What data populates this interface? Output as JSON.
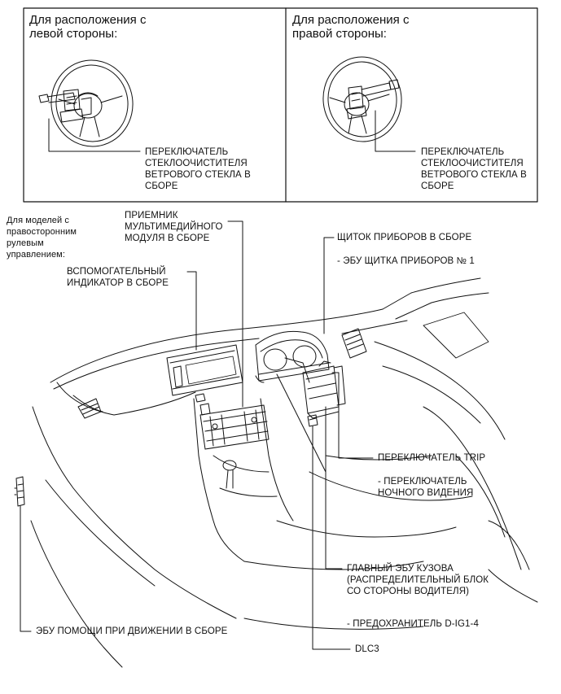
{
  "panels": {
    "left": {
      "header": "Для расположения с\nлевой стороны:",
      "label": "ПЕРЕКЛЮЧАТЕЛЬ\nСТЕКЛООЧИСТИТЕЛЯ\nВЕТРОВОГО СТЕКЛА В\nСБОРЕ"
    },
    "right": {
      "header": "Для расположения с\nправой стороны:",
      "label": "ПЕРЕКЛЮЧАТЕЛЬ\nСТЕКЛООЧИСТИТЕЛЯ\nВЕТРОВОГО СТЕКЛА В\nСБОРЕ"
    }
  },
  "main": {
    "rhd_note": "Для моделей с\nправосторонним\nрулевым\nуправлением:",
    "labels": {
      "multimedia_receiver": "ПРИЕМНИК\nМУЛЬТИМЕДИЙНОГО\nМОДУЛЯ В СБОРЕ",
      "aux_indicator": "ВСПОМОГАТЕЛЬНЫЙ\nИНДИКАТОР В СБОРЕ",
      "instrument_cluster": "ЩИТОК ПРИБОРОВ В СБОРЕ",
      "cluster_ecu": "- ЭБУ ЩИТКА ПРИБОРОВ № 1",
      "trip_switch": "ПЕРЕКЛЮЧАТЕЛЬ TRIP",
      "night_vision_switch": "- ПЕРЕКЛЮЧАТЕЛЬ\nНОЧНОГО ВИДЕНИЯ",
      "main_body_ecu": "ГЛАВНЫЙ ЭБУ КУЗОВА\n(РАСПРЕДЕЛИТЕЛЬНЫЙ БЛОК\nСО СТОРОНЫ ВОДИТЕЛЯ)",
      "fuse": "- ПРЕДОХРАНИТЕЛЬ D-IG1-4",
      "dlc3": "DLC3",
      "driving_assist_ecu": "ЭБУ ПОМОЩИ ПРИ ДВИЖЕНИИ В СБОРЕ"
    }
  }
}
